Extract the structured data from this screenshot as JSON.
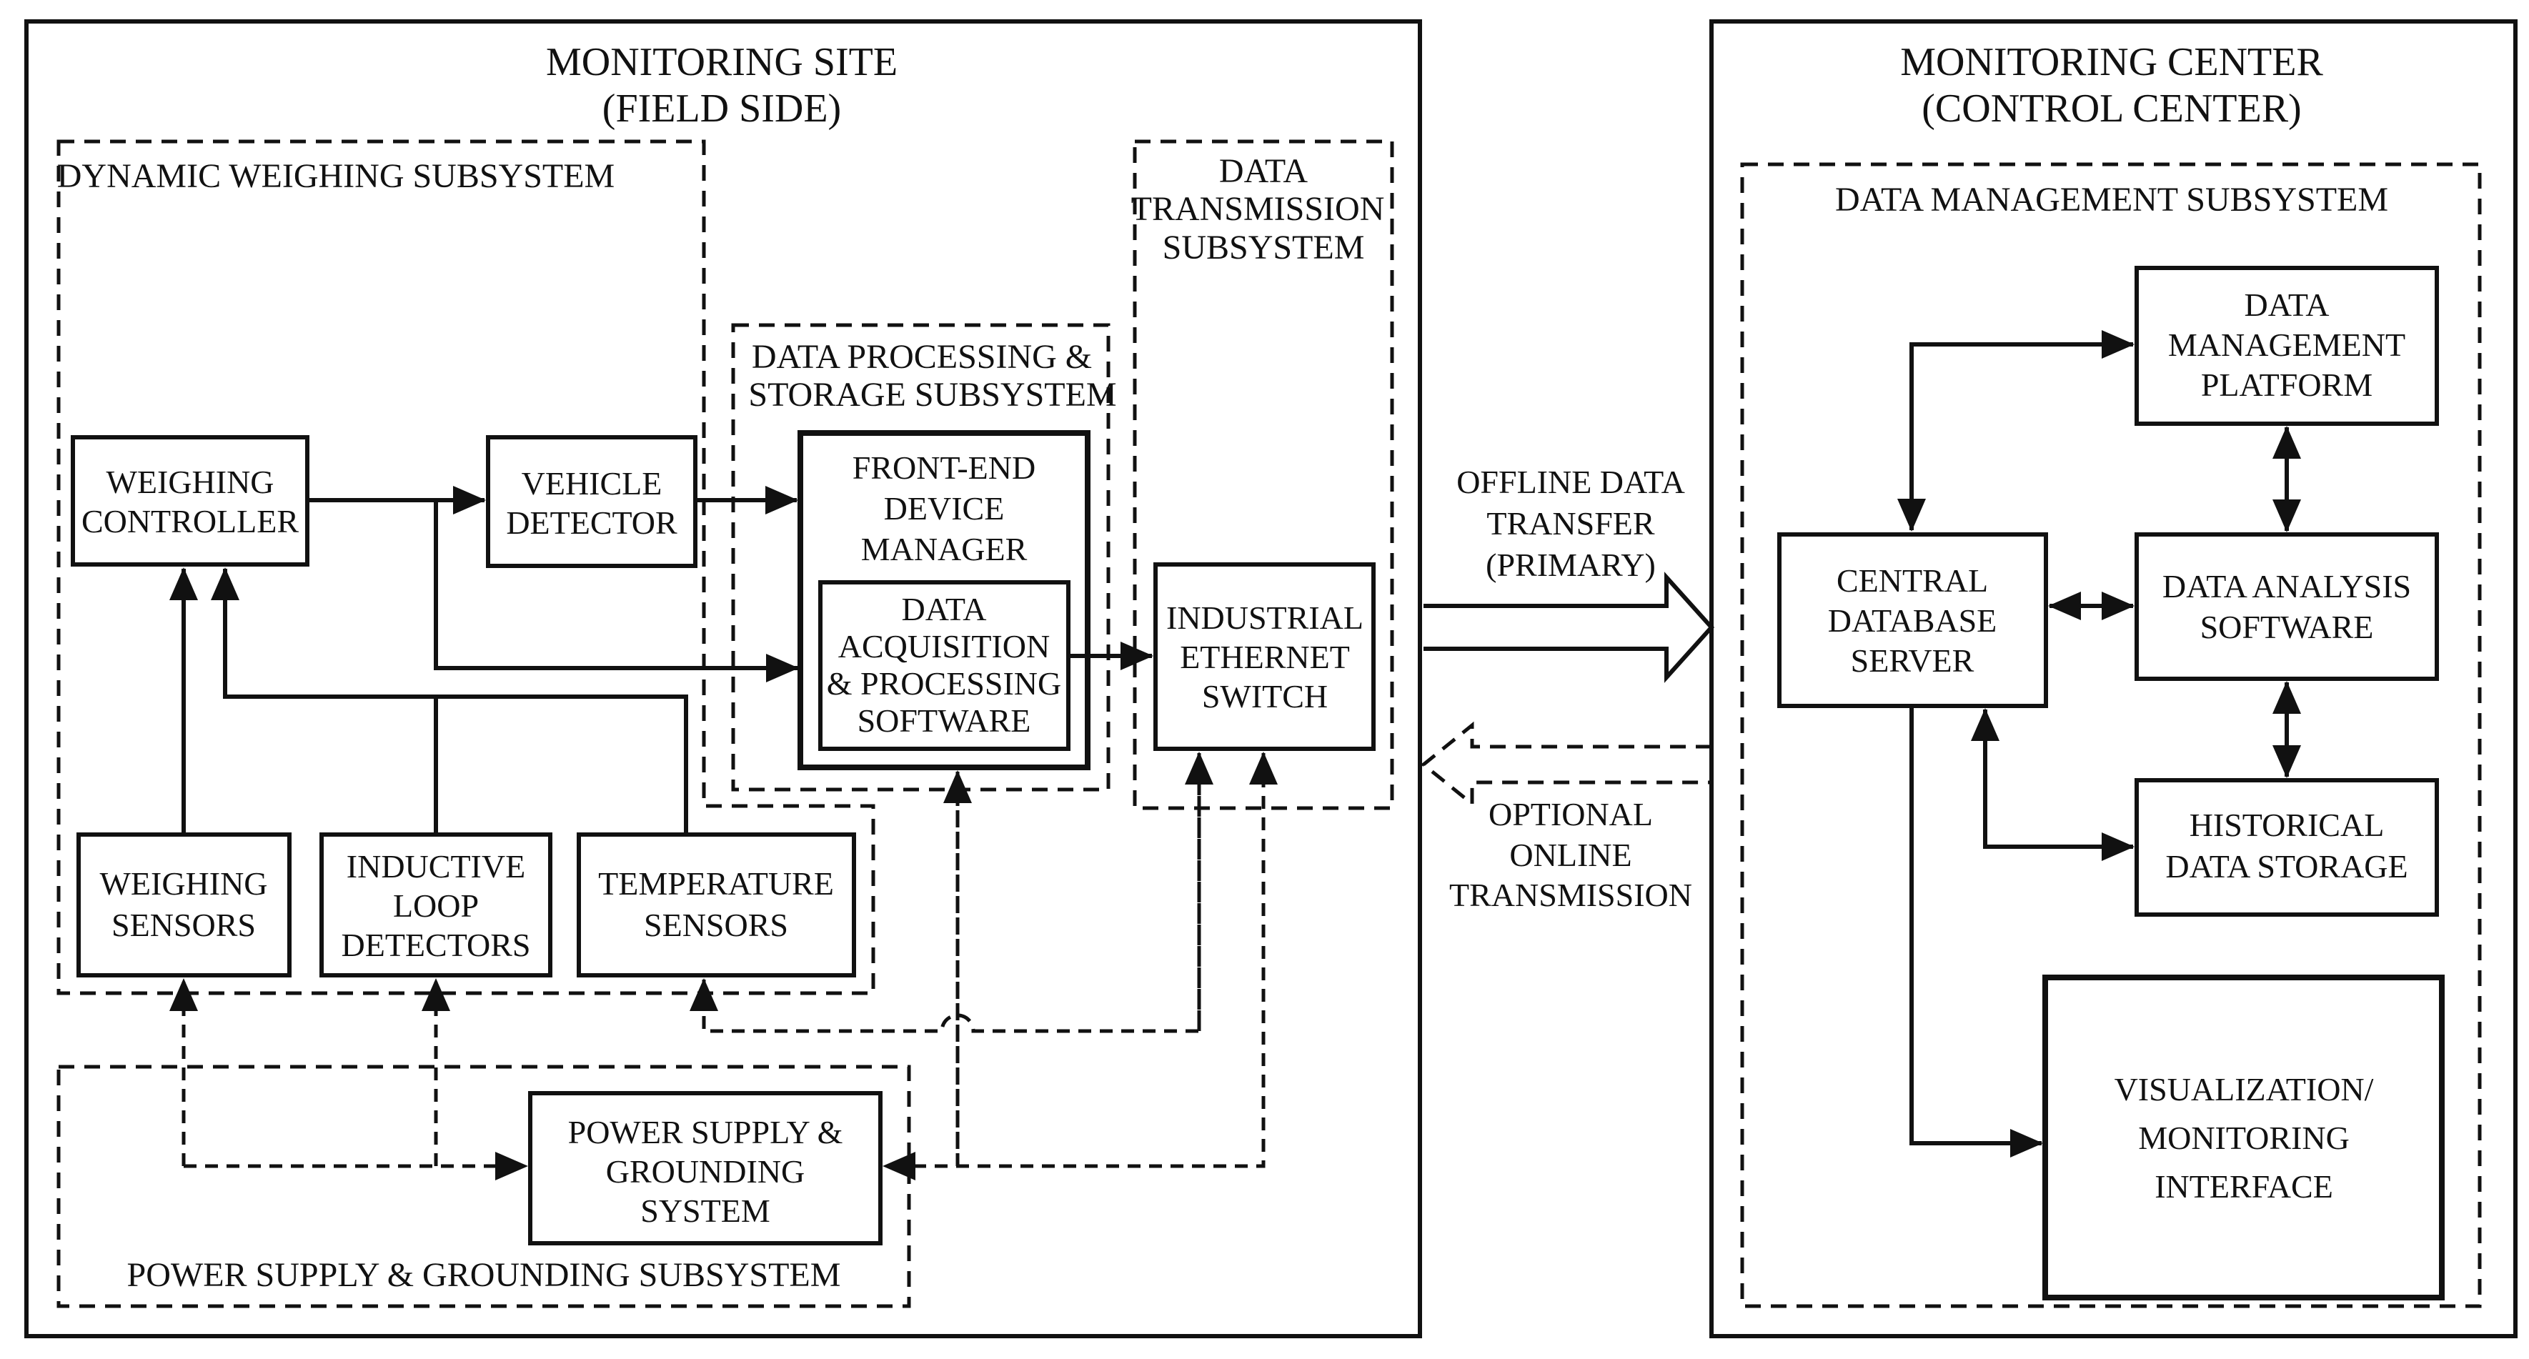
{
  "site": {
    "title_line1": "MONITORING SITE",
    "title_line2": "(FIELD SIDE)"
  },
  "center": {
    "title_line1": "MONITORING CENTER",
    "title_line2": "(CONTROL CENTER)"
  },
  "subsystems": {
    "dynamic_weighing": "DYNAMIC WEIGHING SUBSYSTEM",
    "data_processing_line1": "DATA PROCESSING &",
    "data_processing_line2": "STORAGE SUBSYSTEM",
    "data_transmission_line1": "DATA",
    "data_transmission_line2": "TRANSMISSION",
    "data_transmission_line3": "SUBSYSTEM",
    "power_supply": "POWER SUPPLY & GROUNDING SUBSYSTEM",
    "data_management": "DATA MANAGEMENT SUBSYSTEM"
  },
  "boxes": {
    "weighing_controller": [
      "WEIGHING",
      "CONTROLLER"
    ],
    "vehicle_detector": [
      "VEHICLE",
      "DETECTOR"
    ],
    "front_end": [
      "FRONT-END",
      "DEVICE",
      "MANAGER"
    ],
    "data_acquisition": [
      "DATA",
      "ACQUISITION",
      "& PROCESSING",
      "SOFTWARE"
    ],
    "industrial_switch": [
      "INDUSTRIAL",
      "ETHERNET",
      "SWITCH"
    ],
    "weighing_sensors": [
      "WEIGHING",
      "SENSORS"
    ],
    "inductive_loop": [
      "INDUCTIVE",
      "LOOP",
      "DETECTORS"
    ],
    "temperature_sensors": [
      "TEMPERATURE",
      "SENSORS"
    ],
    "power_supply_system": [
      "POWER SUPPLY &",
      "GROUNDING",
      "SYSTEM"
    ],
    "central_db": [
      "CENTRAL",
      "DATABASE",
      "SERVER"
    ],
    "data_mgmt_platform": [
      "DATA",
      "MANAGEMENT",
      "PLATFORM"
    ],
    "data_analysis": [
      "DATA ANALYSIS",
      "SOFTWARE"
    ],
    "historical_storage": [
      "HISTORICAL",
      "DATA STORAGE"
    ],
    "visualization": [
      "VISUALIZATION/",
      "MONITORING",
      "INTERFACE"
    ]
  },
  "links": {
    "offline": [
      "OFFLINE DATA",
      "TRANSFER",
      "(PRIMARY)"
    ],
    "online": [
      "OPTIONAL",
      "ONLINE",
      "TRANSMISSION"
    ]
  }
}
